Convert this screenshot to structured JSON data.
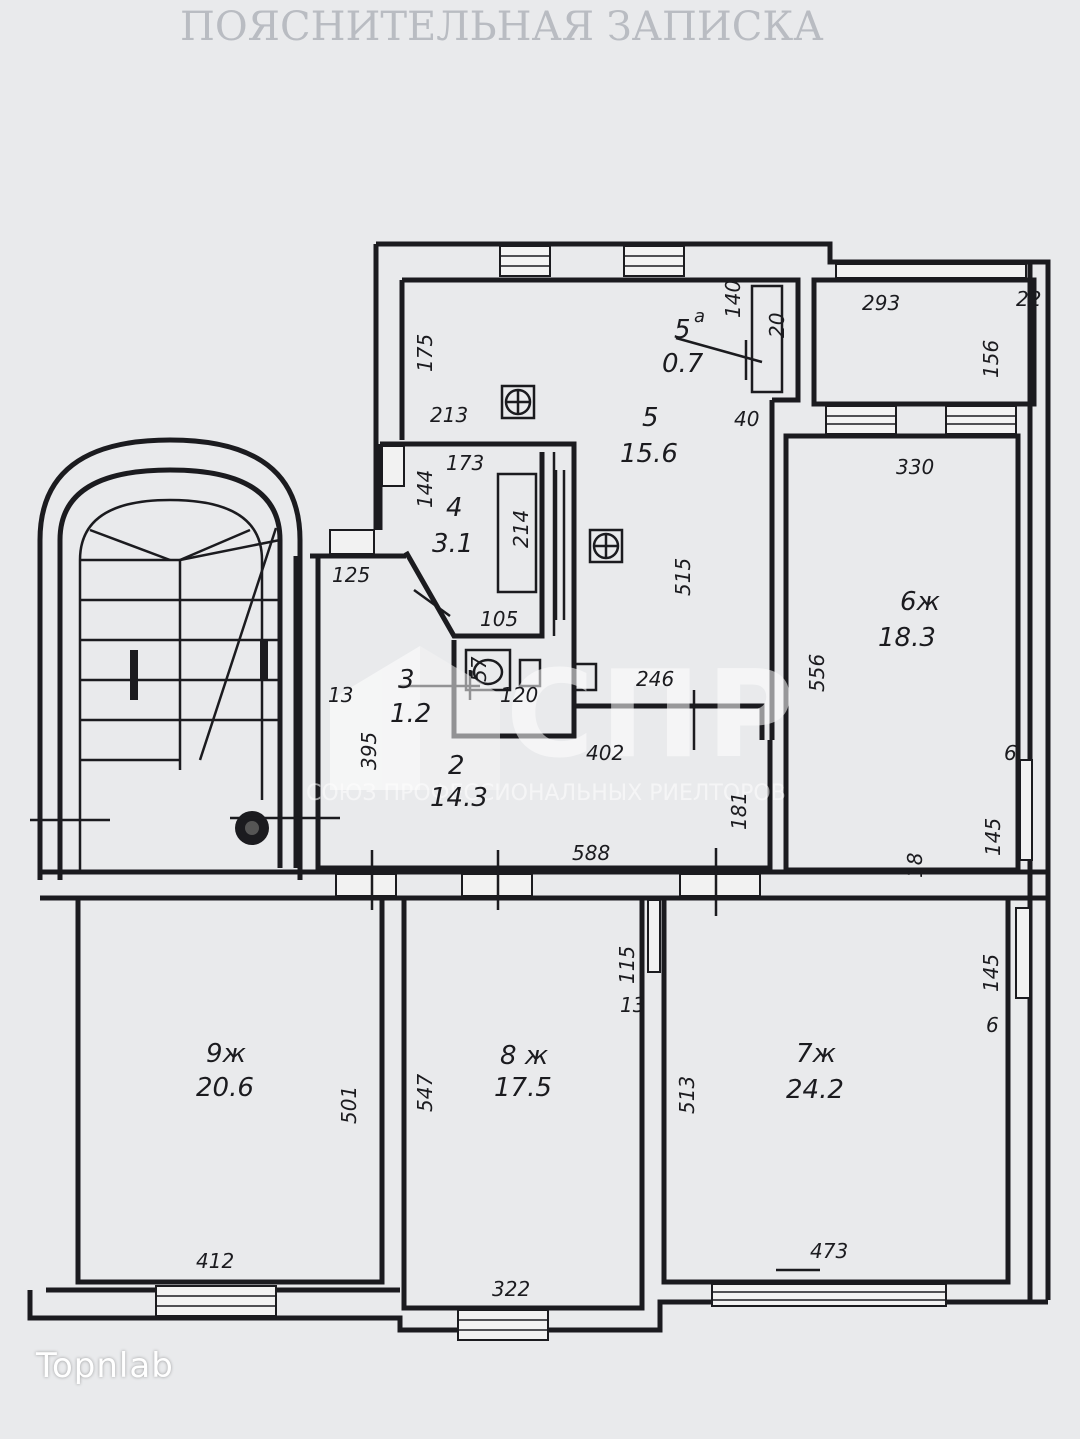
{
  "header_text": "ПОЯСНИТЕЛЬНАЯ ЗАПИСКА",
  "rooms": [
    {
      "id": "2",
      "name": "2",
      "area": "14.3"
    },
    {
      "id": "3",
      "name": "3",
      "area": "1.2"
    },
    {
      "id": "4",
      "name": "4",
      "area": "3.1"
    },
    {
      "id": "5",
      "name": "5",
      "area": "15.6"
    },
    {
      "id": "5a",
      "name": "5",
      "sup": "а",
      "area": "0.7"
    },
    {
      "id": "6",
      "name": "6ж",
      "area": "18.3"
    },
    {
      "id": "7",
      "name": "7ж",
      "area": "24.2"
    },
    {
      "id": "8",
      "name": "8 ж",
      "area": "17.5"
    },
    {
      "id": "9",
      "name": "9ж",
      "area": "20.6"
    }
  ],
  "dimensions": [
    "175",
    "213",
    "140",
    "20",
    "40",
    "293",
    "156",
    "22",
    "144",
    "173",
    "214",
    "515",
    "125",
    "105",
    "330",
    "556",
    "57",
    "120",
    "246",
    "13",
    "395",
    "402",
    "181",
    "6",
    "145",
    "18",
    "588",
    "115",
    "13",
    "501",
    "547",
    "513",
    "145",
    "6",
    "412",
    "322",
    "473"
  ],
  "watermark": {
    "brand": "СПР",
    "tagline": "СОЮЗ ПРОФЕССИОНАЛЬНЫХ РИЕЛТОРОВ"
  },
  "logo_text": "Topnlab",
  "colors": {
    "line": "#1b1b1f",
    "paper": "#e9eaec"
  }
}
